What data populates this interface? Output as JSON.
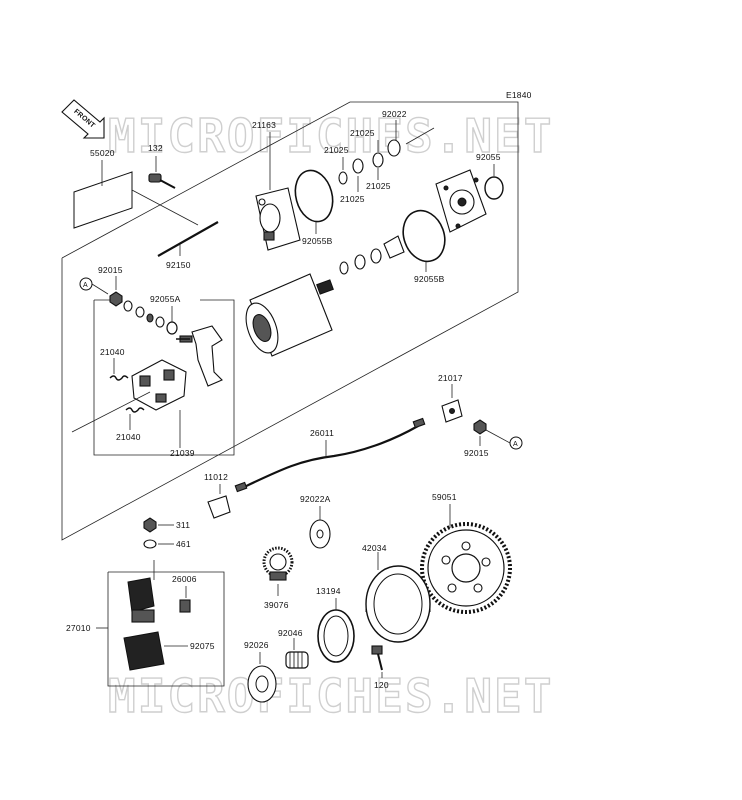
{
  "diagram_code": "E1840",
  "front_label": "FRONT",
  "watermark": "MICROFICHES.NET",
  "ref_a": "A",
  "parts": {
    "p55020": "55020",
    "p132": "132",
    "p21163": "21163",
    "p92022": "92022",
    "p21025a": "21025",
    "p21025b": "21025",
    "p21025c": "21025",
    "p21025d": "21025",
    "p92055": "92055",
    "p92055B_l": "92055B",
    "p92055B_r": "92055B",
    "p92150": "92150",
    "p92015_l": "92015",
    "p92055A": "92055A",
    "p21040_t": "21040",
    "p21040_b": "21040",
    "p21039": "21039",
    "p21017": "21017",
    "p26011": "26011",
    "p92015_r": "92015",
    "p11012": "11012",
    "p92022A": "92022A",
    "p59051": "59051",
    "p311": "311",
    "p461": "461",
    "p42034": "42034",
    "p26006": "26006",
    "p39076": "39076",
    "p13194": "13194",
    "p27010": "27010",
    "p92075": "92075",
    "p92026": "92026",
    "p92046": "92046",
    "p120": "120"
  }
}
